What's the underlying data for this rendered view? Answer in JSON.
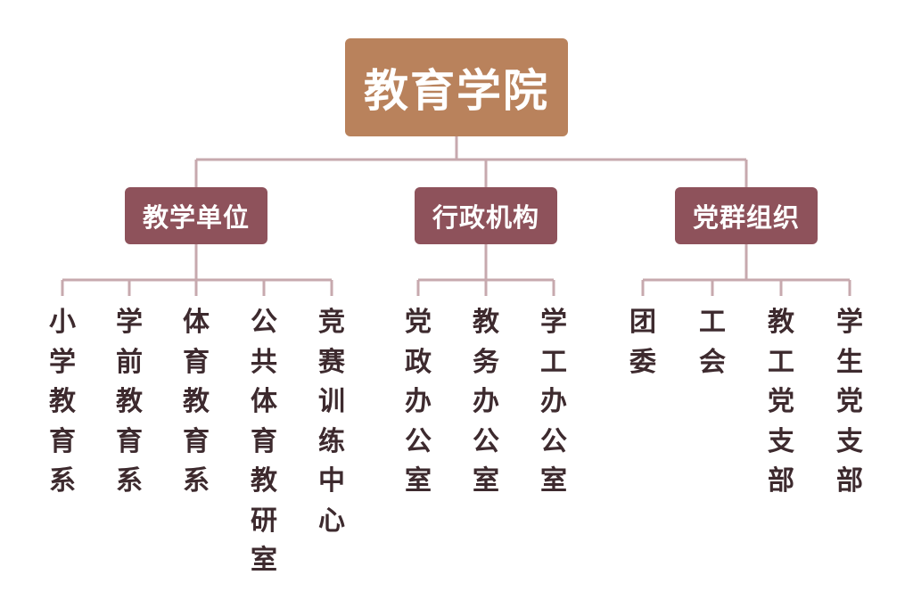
{
  "root": {
    "label": "教育学院",
    "color": "#b9825c"
  },
  "branch_color": "#8e525b",
  "line_color": "#c7a9ae",
  "text_color": "#3d2a2e",
  "branches": [
    {
      "label": "教学单位",
      "children": [
        "小学教育系",
        "学前教育系",
        "体育教育系",
        "公共体育教研室",
        "竞赛训练中心"
      ]
    },
    {
      "label": "行政机构",
      "children": [
        "党政办公室",
        "教务办公室",
        "学工办公室"
      ]
    },
    {
      "label": "党群组织",
      "children": [
        "团委",
        "工会",
        "教工党支部",
        "学生党支部"
      ]
    }
  ]
}
